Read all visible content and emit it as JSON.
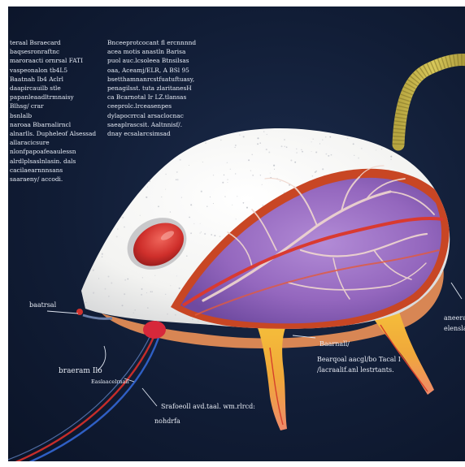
{
  "colors": {
    "background": "#101b33",
    "body_skin": "#f7f7f5",
    "speckle": "#b9bcc4",
    "cavity_outline": "#c5411f",
    "tissue_purple": "#9a6bc2",
    "vessel_red": "#d2342e",
    "leg_yellow": "#f1b22c",
    "tail_olive": "#c9b84a",
    "eye_red": "#d0322d"
  },
  "text_blocks": {
    "left_column": "teraal Bsraecard\nbaqsesronraftnc\nmaroraacti ornrsal FATI\nvaspeonalon tb4L5\nBaatnah Ib4 Aclrl\ndaapircauilb stle\npapanleaadltrmnaisy\nBlhsg/ crar\nbsnlalb\nnaroaa Bbarnalirncl\nalnarlls. Dupheleof Alsessad\nallaracicsure\nnlonfpapoafeaaulessn\nalrdlplsaslnlasin. dals\ncacilaearnnnsans\nsaaraeny/ accodi.",
    "center_column": "Bnceeprotcocant fl ercnnnnd\nacea motis anastln Barisa\npuol auc.lcsoleea Btnsilsas\noaa, Aceamj/ELR, A BSl 95\nbsetthamnanrcstfuatuftuasy,\npenagilsst. tuta zlaritanesH\nca Bcarnotal Ir LZ.tlansas\nceeprolc.lrceasenpes\ndylapocrrcal arsaclocnac\nsaeaplrascsit. Aaltnnisf/.\ndnay ecsalarcsimsad"
  },
  "labels": {
    "snout": "baatrsal",
    "wire_left": "braeram Ilo",
    "wire_small": "Easlaacelrnan",
    "wire_bottom_1": "Srafoeoll avd.taal. wm.rlrcd:",
    "wire_bottom_2": "nohdrfa",
    "leg_name": "Baarnall/",
    "leg_desc_1": "Bearqoal aacgl/bo Tacal I",
    "leg_desc_2": "/lacraalif.anl lestrtants.",
    "right_1": "aneeraa",
    "right_2": "elenslax"
  }
}
